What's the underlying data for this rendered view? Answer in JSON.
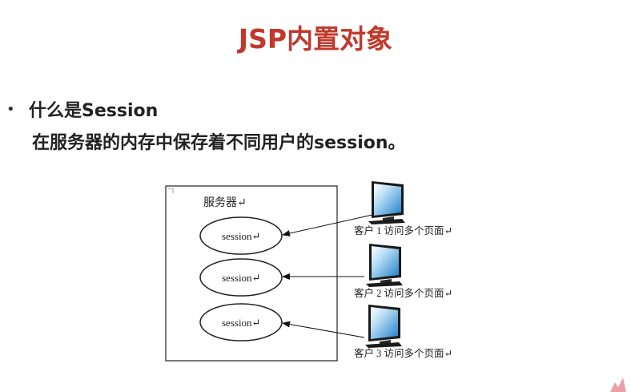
{
  "slide": {
    "title": "JSP内置对象",
    "bullet_heading": "什么是Session",
    "bullet_body": "在服务器的内存中保存着不同用户的session。"
  },
  "diagram": {
    "server_label": "服务器↵",
    "sessions": [
      "session↵",
      "session↵",
      "session↵"
    ],
    "clients": [
      "客户 1 访问多个页面↵",
      "客户 2 访问多个页面↵",
      "客户 3 访问多个页面↵"
    ]
  },
  "colors": {
    "title": "#c0392b",
    "text": "#222222",
    "monitor_screen": "#2d8fd6",
    "monitor_frame": "#222222"
  }
}
